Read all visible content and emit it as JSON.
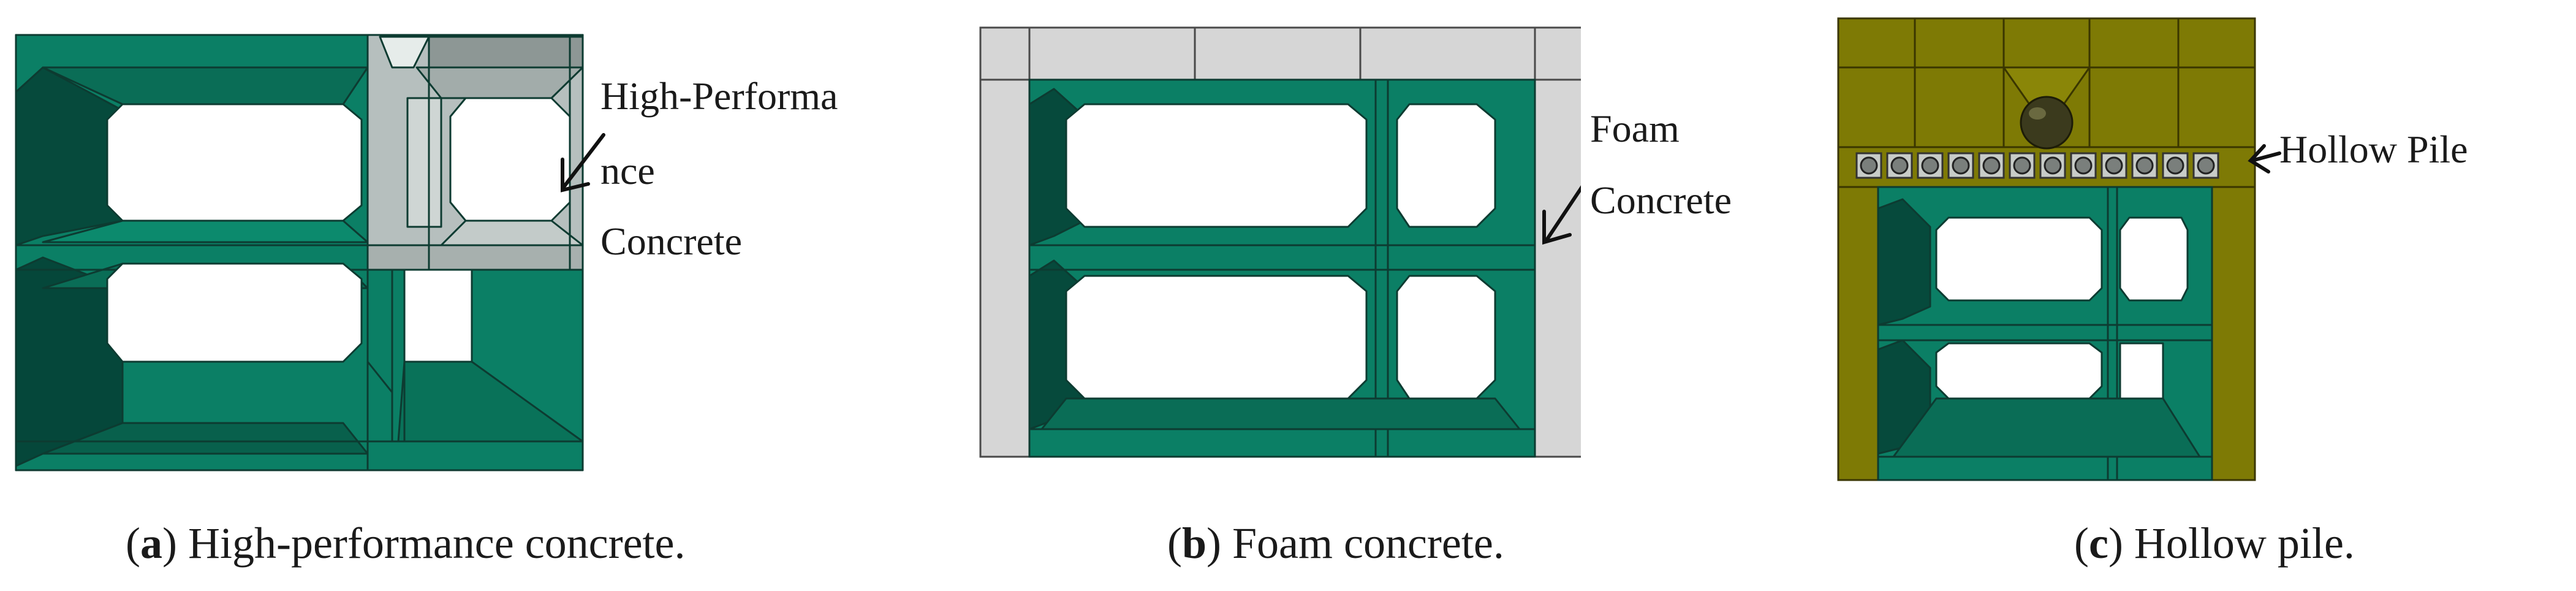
{
  "panel_a": {
    "callout_lines": [
      "High-Performa",
      "nce",
      "Concrete"
    ],
    "caption_letter": "a",
    "caption_text": ") High-performance concrete."
  },
  "panel_b": {
    "callout_lines": [
      "Foam",
      "Concrete"
    ],
    "caption_letter": "b",
    "caption_text": ") Foam concrete."
  },
  "panel_c": {
    "callout": "Hollow Pile",
    "caption_letter": "c",
    "caption_text": ") Hollow pile."
  },
  "colors": {
    "concrete_green": "#0b7f65",
    "dark_green": "#064a3c",
    "high_performance_gray": "#b6bfbe",
    "foam_gray": "#d6d6d6",
    "soil_olive": "#7e7a05"
  }
}
